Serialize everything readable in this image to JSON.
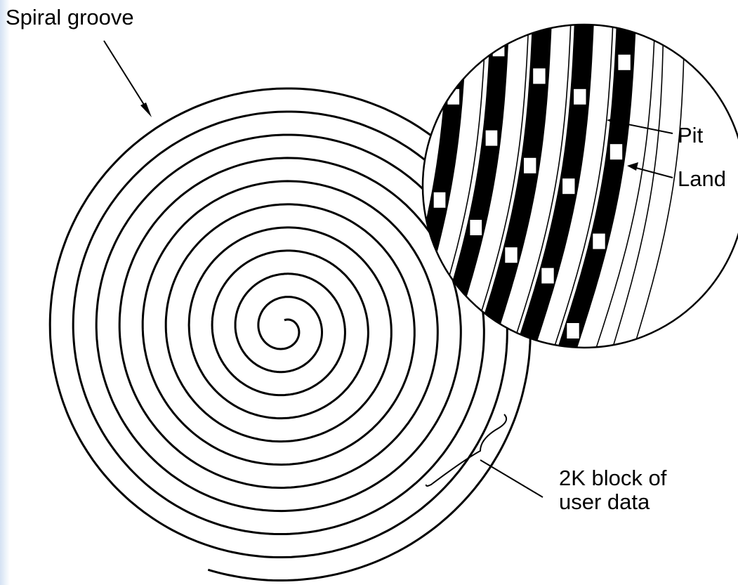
{
  "labels": {
    "spiral_groove": "Spiral groove",
    "pit": "Pit",
    "land": "Land",
    "block_line1": "2K block of",
    "block_line2": "user data"
  },
  "colors": {
    "ink": "#000000",
    "paper": "#ffffff",
    "edge_tint": "#d4e2f3"
  }
}
